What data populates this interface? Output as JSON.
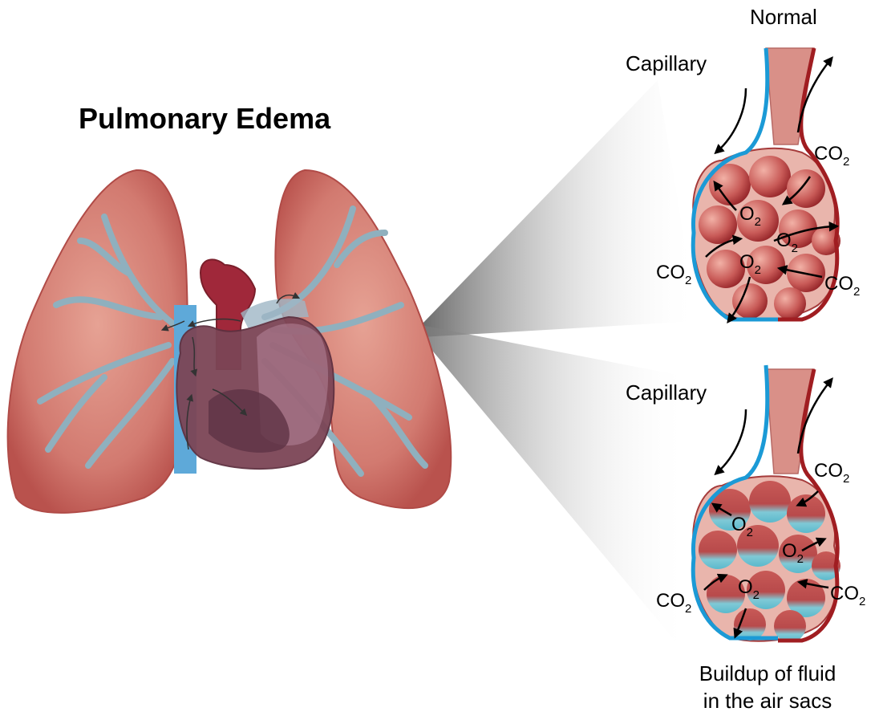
{
  "title": "Pulmonary Edema",
  "normal_panel": {
    "heading": "Normal",
    "capillary_label": "Capillary",
    "gases": [
      {
        "element": "CO",
        "sub": "2"
      },
      {
        "element": "O",
        "sub": "2"
      },
      {
        "element": "O",
        "sub": "2"
      },
      {
        "element": "O",
        "sub": "2"
      },
      {
        "element": "CO",
        "sub": "2"
      },
      {
        "element": "CO",
        "sub": "2"
      }
    ]
  },
  "edema_panel": {
    "capillary_label": "Capillary",
    "gases": [
      {
        "element": "CO",
        "sub": "2"
      },
      {
        "element": "O",
        "sub": "2"
      },
      {
        "element": "O",
        "sub": "2"
      },
      {
        "element": "O",
        "sub": "2"
      },
      {
        "element": "CO",
        "sub": "2"
      },
      {
        "element": "CO",
        "sub": "2"
      }
    ],
    "caption_line1": "Buildup of fluid",
    "caption_line2": "in the air sacs"
  },
  "colors": {
    "lung": "#c9625c",
    "lung_light": "#e29a8e",
    "vessel": "#8aa9b8",
    "heart": "#7d4657",
    "capillary_blue": "#1b9ad6",
    "capillary_red": "#a01d21",
    "fluid": "#6cc7d8"
  }
}
